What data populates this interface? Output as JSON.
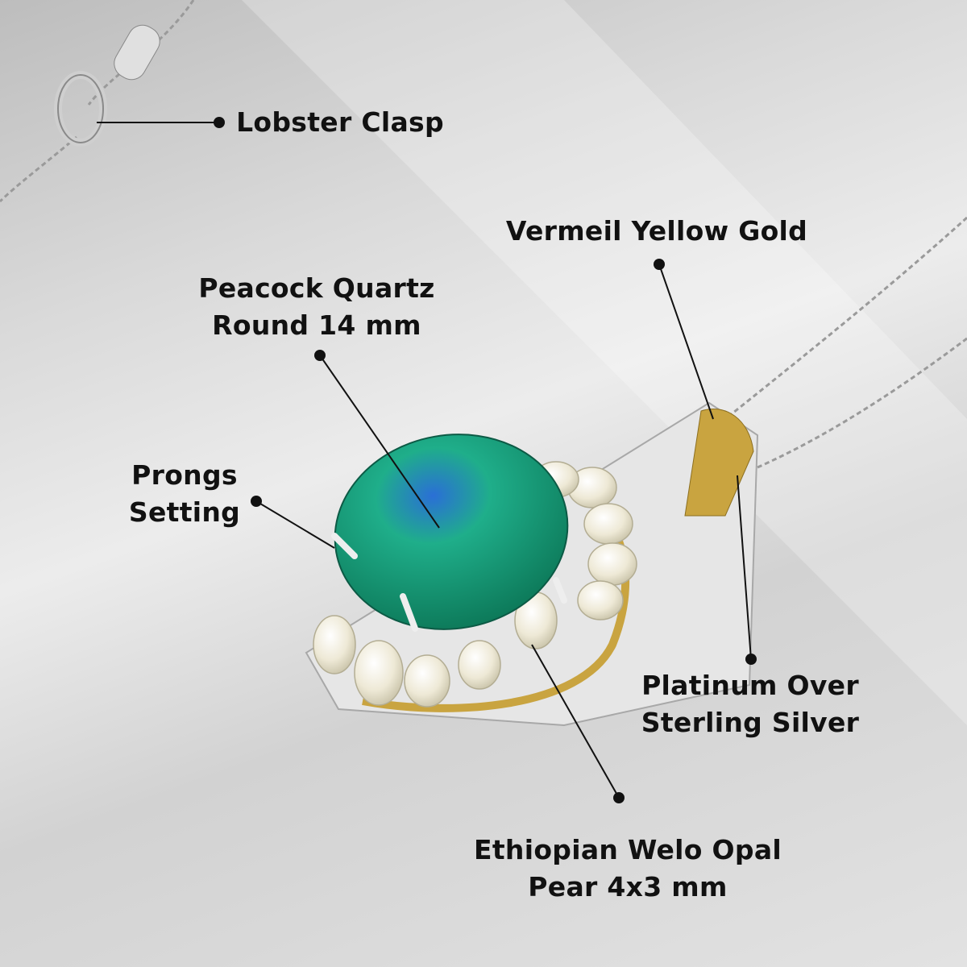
{
  "callouts": {
    "lobster_clasp": {
      "lines": [
        "Lobster Clasp"
      ]
    },
    "vermeil": {
      "lines": [
        "Vermeil Yellow Gold"
      ]
    },
    "peacock": {
      "lines": [
        "Peacock Quartz",
        "Round 14 mm"
      ]
    },
    "prongs": {
      "lines": [
        "Prongs",
        "Setting"
      ]
    },
    "platinum": {
      "lines": [
        "Platinum Over",
        "Sterling Silver"
      ]
    },
    "opal": {
      "lines": [
        "Ethiopian Welo Opal",
        "Pear 4x3 mm"
      ]
    }
  },
  "colors": {
    "gem": "#1fae8a",
    "gold": "#c9a440",
    "silver": "#e8e8e8",
    "text": "#111111"
  }
}
